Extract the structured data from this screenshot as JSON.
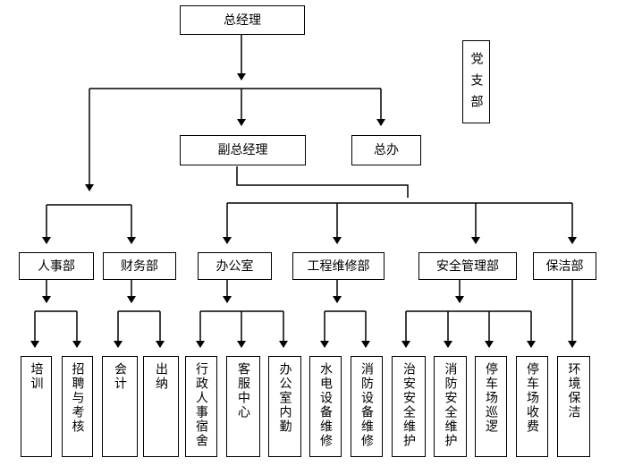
{
  "top": {
    "general_manager": "总经理",
    "party_branch": "党支部",
    "deputy_gm": "副总经理",
    "gm_office": "总办"
  },
  "departments": {
    "hr": "人事部",
    "finance": "财务部",
    "office": "办公室",
    "engineering": "工程维修部",
    "security": "安全管理部",
    "cleaning": "保洁部"
  },
  "units": {
    "training": "培训",
    "recruit": "招聘与考核",
    "accounting": "会计",
    "cashier": "出纳",
    "admin": "行政人事宿舍",
    "service": "客服中心",
    "office_internal": "办公室内勤",
    "utilities": "水电设备维修",
    "fire_equipment": "消防设备维修",
    "public_safety": "治安安全维护",
    "fire_safety": "消防安全维护",
    "parking_patrol": "停车场巡逻",
    "parking_fees": "停车场收费",
    "environment": "环境保洁"
  }
}
